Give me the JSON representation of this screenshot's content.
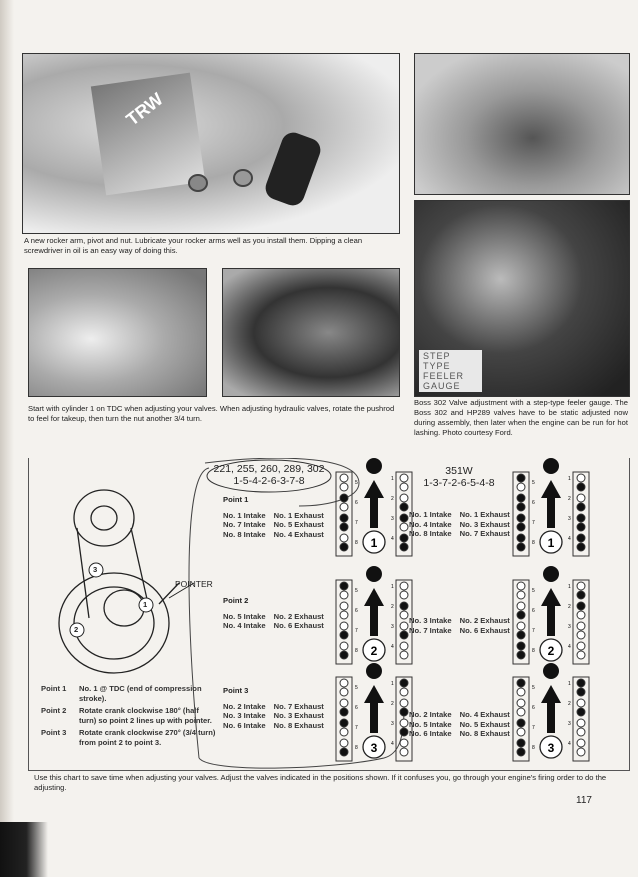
{
  "photos": {
    "rocker_box_brand": "TRW",
    "feeler_gauge_label": "STEP TYPE FEELER GAUGE"
  },
  "captions": {
    "rocker_arm": "A new rocker arm, pivot and nut. Lubricate your rocker arms well as you install them. Dipping a clean screwdriver in oil is an easy way of doing this.",
    "boss302": "Boss 302 Valve adjustment with a step-type feeler gauge. The Boss 302 and HP289 valves have to be static adjusted now during assembly, then later when the engine can be run for hot lashing. Photo courtesy Ford.",
    "tdc": "Start with cylinder 1 on TDC when adjusting your valves. When adjusting hydraulic valves, rotate the pushrod to feel for takeup, then turn the nut another 3/4 turn.",
    "chart": "Use this chart to save time when adjusting your valves. Adjust the valves indicated in the positions shown. If it confuses you, go through your engine's firing order to do the adjusting."
  },
  "diagram": {
    "pointer_label": "POINTER",
    "pulley_marks": [
      "1",
      "2",
      "3"
    ],
    "legend": [
      {
        "point": "Point 1",
        "text": "No. 1 @ TDC (end of compression stroke)."
      },
      {
        "point": "Point 2",
        "text": "Rotate crank clockwise 180° (half turn) so point 2 lines up with pointer."
      },
      {
        "point": "Point 3",
        "text": "Rotate crank clockwise 270° (3/4 turn) from point 2 to point 3."
      }
    ],
    "engine_left_cyls": [
      "5",
      "6",
      "7",
      "8"
    ],
    "engine_right_cyls": [
      "1",
      "2",
      "3",
      "4"
    ],
    "group_a": {
      "engines": "221, 255, 260, 289, 302",
      "firing_order": "1-5-4-2-6-3-7-8",
      "points": [
        {
          "label": "Point 1",
          "intake": [
            "No. 1 Intake",
            "No. 7 Intake",
            "No. 8 Intake"
          ],
          "exhaust": [
            "No. 1 Exhaust",
            "No. 5 Exhaust",
            "No. 4 Exhaust"
          ]
        },
        {
          "label": "Point 2",
          "intake": [
            "No. 5 Intake",
            "No. 4 Intake"
          ],
          "exhaust": [
            "No. 2 Exhaust",
            "No. 6 Exhaust"
          ]
        },
        {
          "label": "Point 3",
          "intake": [
            "No. 2 Intake",
            "No. 3 Intake",
            "No. 6 Intake"
          ],
          "exhaust": [
            "No. 7 Exhaust",
            "No. 3 Exhaust",
            "No. 8 Exhaust"
          ]
        }
      ]
    },
    "group_b": {
      "engines": "351W",
      "firing_order": "1-3-7-2-6-5-4-8",
      "points": [
        {
          "intake": [
            "No. 1 Intake",
            "No. 4 Intake",
            "No. 8 Intake"
          ],
          "exhaust": [
            "No. 1 Exhaust",
            "No. 3 Exhaust",
            "No. 7 Exhaust"
          ]
        },
        {
          "intake": [
            "No. 3 Intake",
            "No. 7 Intake"
          ],
          "exhaust": [
            "No. 2 Exhaust",
            "No. 6 Exhaust"
          ]
        },
        {
          "intake": [
            "No. 2 Intake",
            "No. 5 Intake",
            "No. 6 Intake"
          ],
          "exhaust": [
            "No. 4 Exhaust",
            "No. 5 Exhaust",
            "No. 8 Exhaust"
          ]
        }
      ]
    },
    "point_numbers": [
      "1",
      "2",
      "3"
    ]
  },
  "page_number": "117"
}
